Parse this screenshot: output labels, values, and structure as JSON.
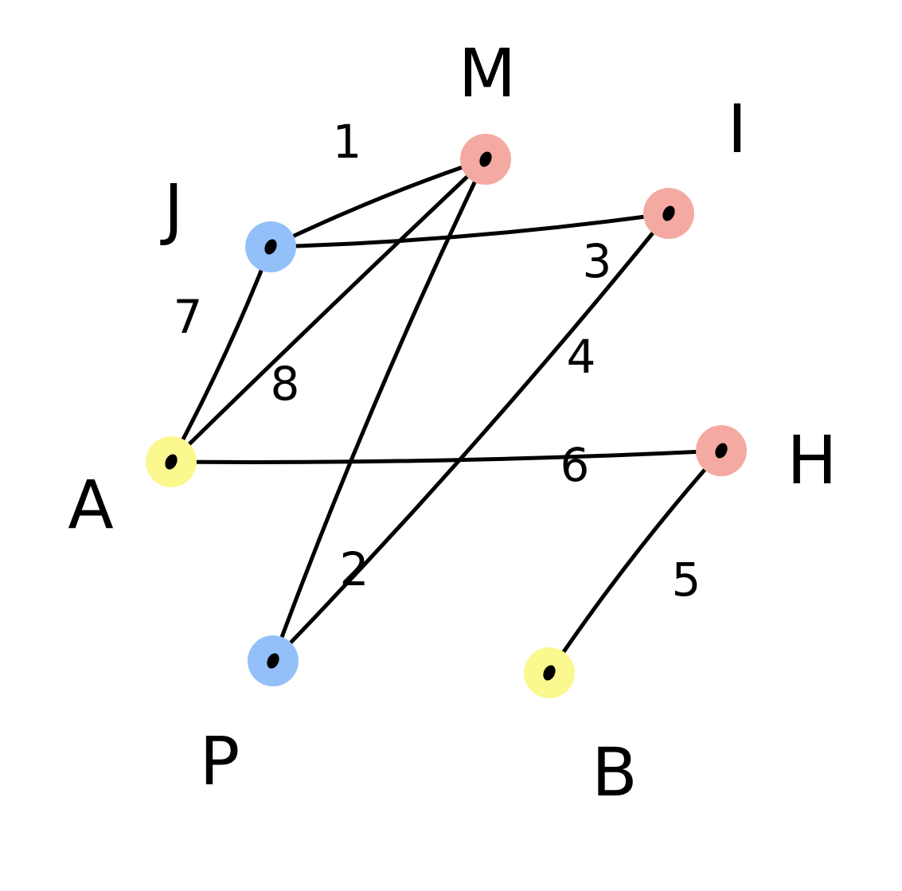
{
  "graph": {
    "type": "weighted-undirected-graph",
    "colors": {
      "blue": "#93c0f8",
      "red": "#f4aaa2",
      "yellow": "#fbf88f",
      "edge": "#000000"
    },
    "nodes": [
      {
        "id": "M",
        "label": "M",
        "color": "red"
      },
      {
        "id": "I",
        "label": "I",
        "color": "red"
      },
      {
        "id": "J",
        "label": "J",
        "color": "blue"
      },
      {
        "id": "A",
        "label": "A",
        "color": "yellow"
      },
      {
        "id": "H",
        "label": "H",
        "color": "red"
      },
      {
        "id": "P",
        "label": "P",
        "color": "blue"
      },
      {
        "id": "B",
        "label": "B",
        "color": "yellow"
      }
    ],
    "edges": [
      {
        "from": "J",
        "to": "M",
        "weight": "1"
      },
      {
        "from": "J",
        "to": "I",
        "weight": "3"
      },
      {
        "from": "J",
        "to": "A",
        "weight": "7"
      },
      {
        "from": "A",
        "to": "M",
        "weight": "8"
      },
      {
        "from": "A",
        "to": "H",
        "weight": "6"
      },
      {
        "from": "P",
        "to": "M",
        "weight": "2"
      },
      {
        "from": "P",
        "to": "I",
        "weight": "4"
      },
      {
        "from": "B",
        "to": "H",
        "weight": "5"
      }
    ]
  }
}
